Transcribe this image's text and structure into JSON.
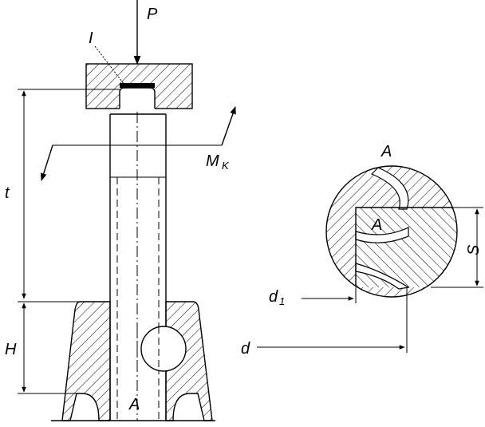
{
  "labels": {
    "load": "P",
    "mark_one": "I",
    "torque_main": "M",
    "torque_sub": "K",
    "length_t": "t",
    "height_h": "H",
    "section_a_bottom": "A",
    "section_a_top": "A",
    "section_a_inner": "A",
    "dim_s": "S",
    "d1_main": "d",
    "d1_sub": "1",
    "dim_d": "d"
  }
}
